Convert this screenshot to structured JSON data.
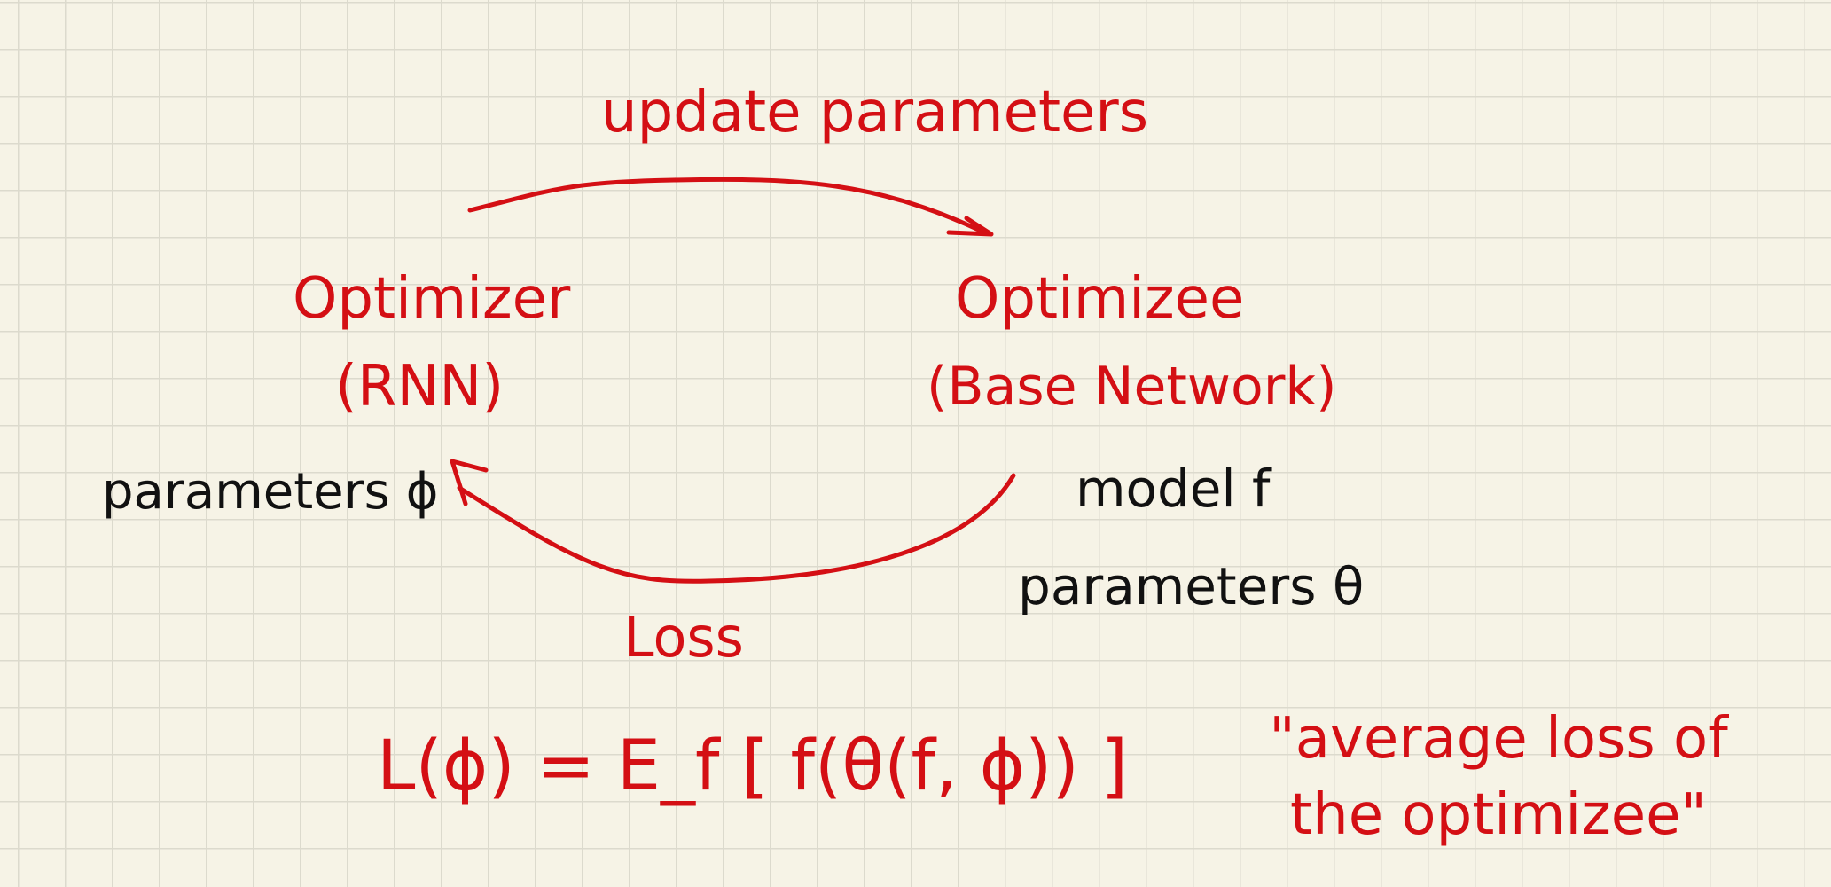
{
  "colors": {
    "red_ink": "#d40f14",
    "black_ink": "#111111",
    "paper": "#f6f3e6",
    "grid": "#dcdacd"
  },
  "arrow_top_label": "update parameters",
  "optimizer": {
    "name": "Optimizer",
    "type": "(RNN)",
    "params": "parameters ϕ"
  },
  "optimizee": {
    "name": "Optimizee",
    "type": "(Base Network)",
    "model": "model f",
    "params": "parameters θ"
  },
  "arrow_bottom_label": "Loss",
  "equation": "L(ϕ) = E_f [ f(θ(f, ϕ)) ]",
  "equation_note": "\"average loss of the optimizee\""
}
